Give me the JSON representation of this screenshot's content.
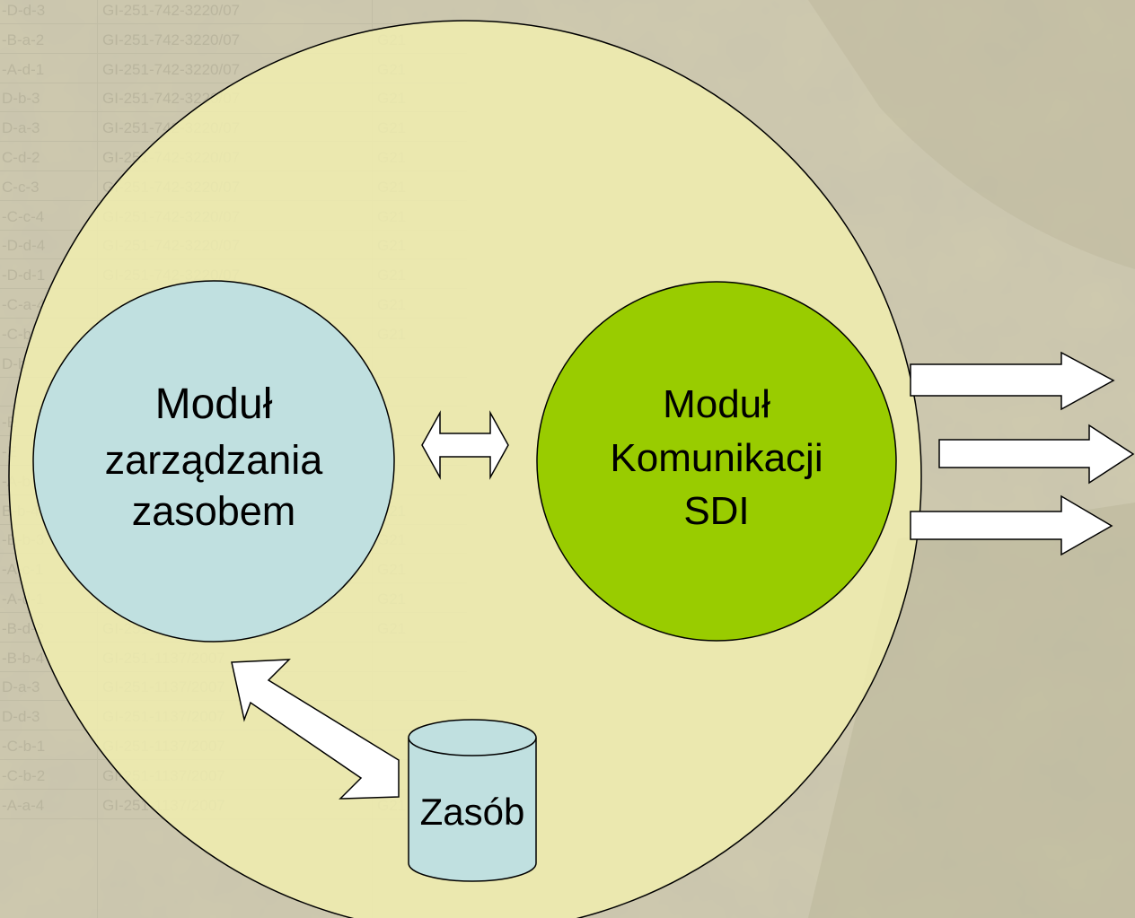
{
  "diagram": {
    "left_module": {
      "line1": "Moduł",
      "line2": "zarządzania",
      "line3": "zasobem",
      "fill": "#c0e0e0"
    },
    "right_module": {
      "line1": "Moduł",
      "line2": "Komunikacji",
      "line3": "SDI",
      "fill": "#99cc00"
    },
    "outer_circle_fill": "#f1efb0",
    "resource": {
      "label": "Zasób",
      "fill": "#c0e0e0"
    }
  },
  "background_table": {
    "rows": [
      [
        "-D-d-3",
        "GI-251-742-3220/07",
        ""
      ],
      [
        "-B-a-2",
        "GI-251-742-3220/07",
        "G21"
      ],
      [
        "-A-d-1",
        "GI-251-742-3220/07",
        "G21"
      ],
      [
        "D-b-3",
        "GI-251-742-3220/07",
        "G21"
      ],
      [
        "D-a-3",
        "GI-251-742-3220/07",
        "G21"
      ],
      [
        "C-d-2",
        "GI-251-742-3220/07",
        "G21"
      ],
      [
        "C-c-3",
        "GI-251-742-3220/07",
        "G21"
      ],
      [
        "-C-c-4",
        "GI-251-742-3220/07",
        "G21"
      ],
      [
        "-D-d-4",
        "GI-251-742-3220/07",
        "G21"
      ],
      [
        "-D-d-1",
        "GI-251-742-3220/07",
        "G21"
      ],
      [
        "-C-a-4",
        "",
        "G21"
      ],
      [
        "-C-b",
        "",
        "G21"
      ],
      [
        "D-b",
        "",
        ""
      ],
      [
        "",
        "",
        ""
      ],
      [
        "-E",
        "",
        ""
      ],
      [
        "-E",
        "",
        ""
      ],
      [
        "-A-b",
        "",
        ""
      ],
      [
        "B-b-4",
        "",
        "G21"
      ],
      [
        "-B-b-3",
        "",
        "G21"
      ],
      [
        "-A-c-1",
        "GI-251",
        "G21"
      ],
      [
        "-A-d-1",
        "GI-251-1137",
        "G21"
      ],
      [
        "-B-d-2",
        "GI-251-1137",
        "G21"
      ],
      [
        "-B-b-4",
        "GI-251-1137/2007",
        ""
      ],
      [
        "D-a-3",
        "GI-251-1137/2007",
        ""
      ],
      [
        "D-d-3",
        "GI-251-1137/2007",
        ""
      ],
      [
        "-C-b-1",
        "GI-251-1137/2007",
        ""
      ],
      [
        "-C-b-2",
        "GI-251-1137/2007",
        ""
      ],
      [
        "-A-a-4",
        "GI-251-1137/2007",
        "G21"
      ]
    ]
  }
}
